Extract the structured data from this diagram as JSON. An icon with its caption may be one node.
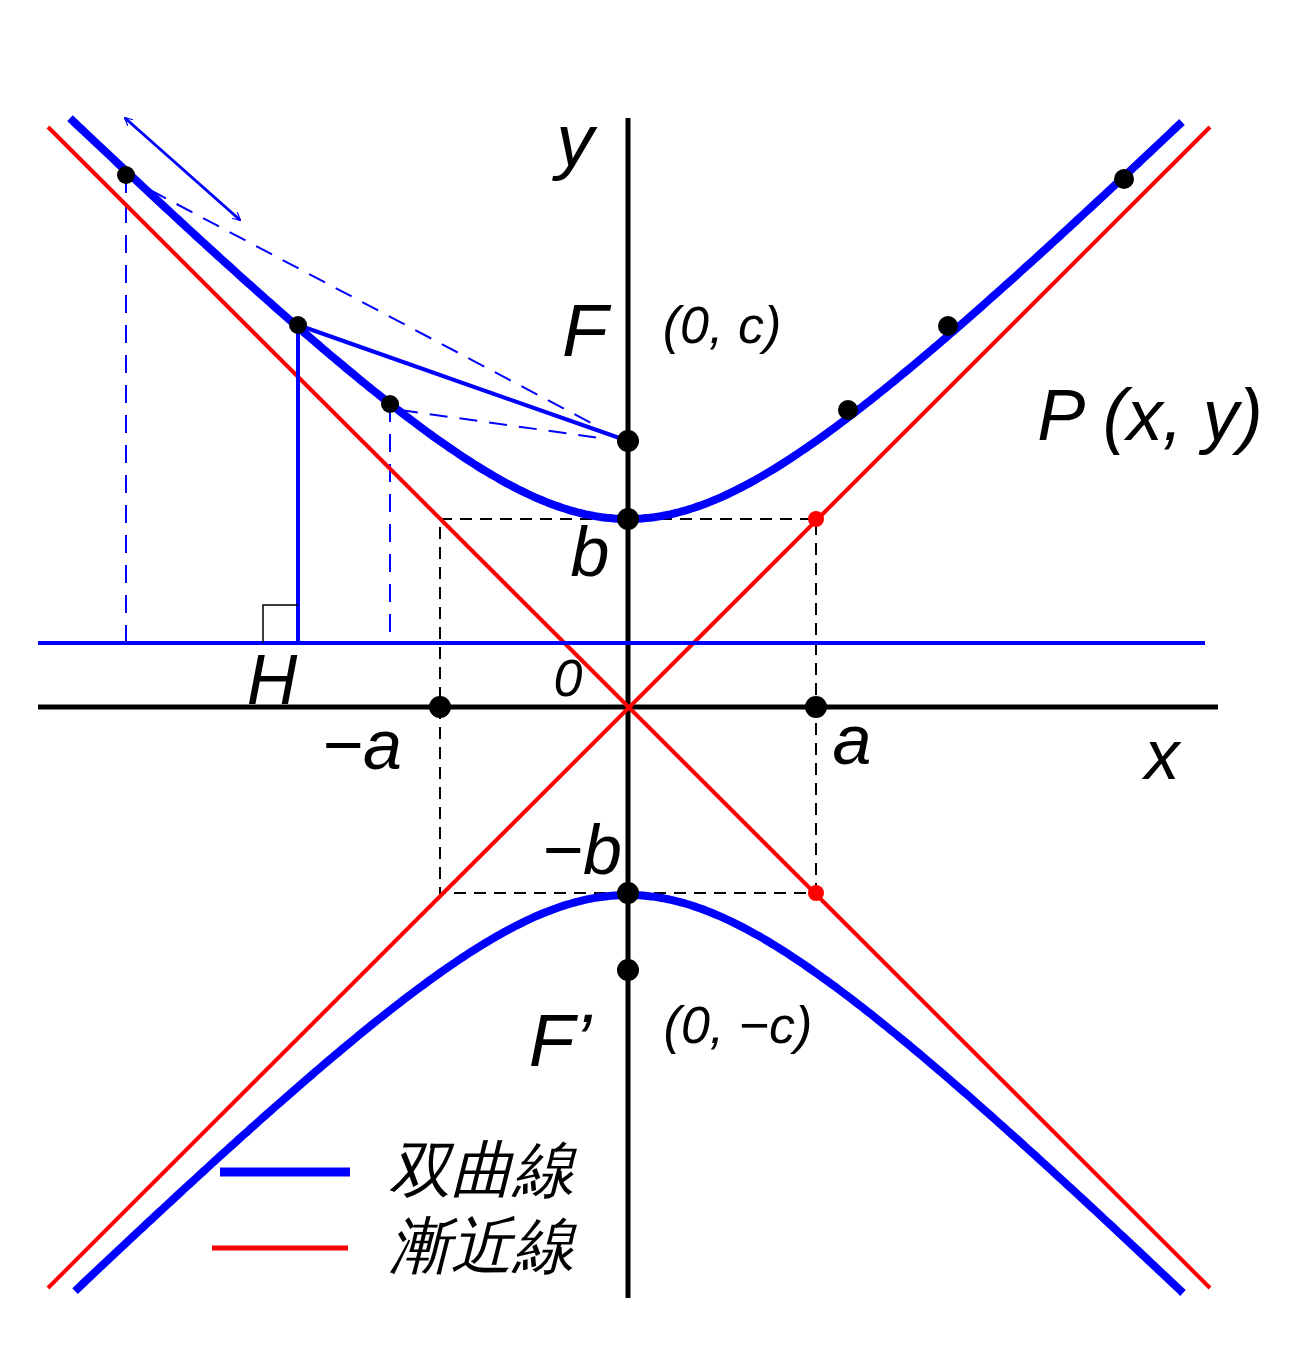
{
  "diagram": {
    "labels": [
      "y",
      "F",
      "(0, c)",
      "P (x, y)",
      "b",
      "H",
      "0",
      "−a",
      "a",
      "x",
      "−b",
      "F’",
      "(0, −c)"
    ],
    "legend": [
      {
        "text": "双曲線"
      },
      {
        "text": "漸近線"
      }
    ]
  }
}
